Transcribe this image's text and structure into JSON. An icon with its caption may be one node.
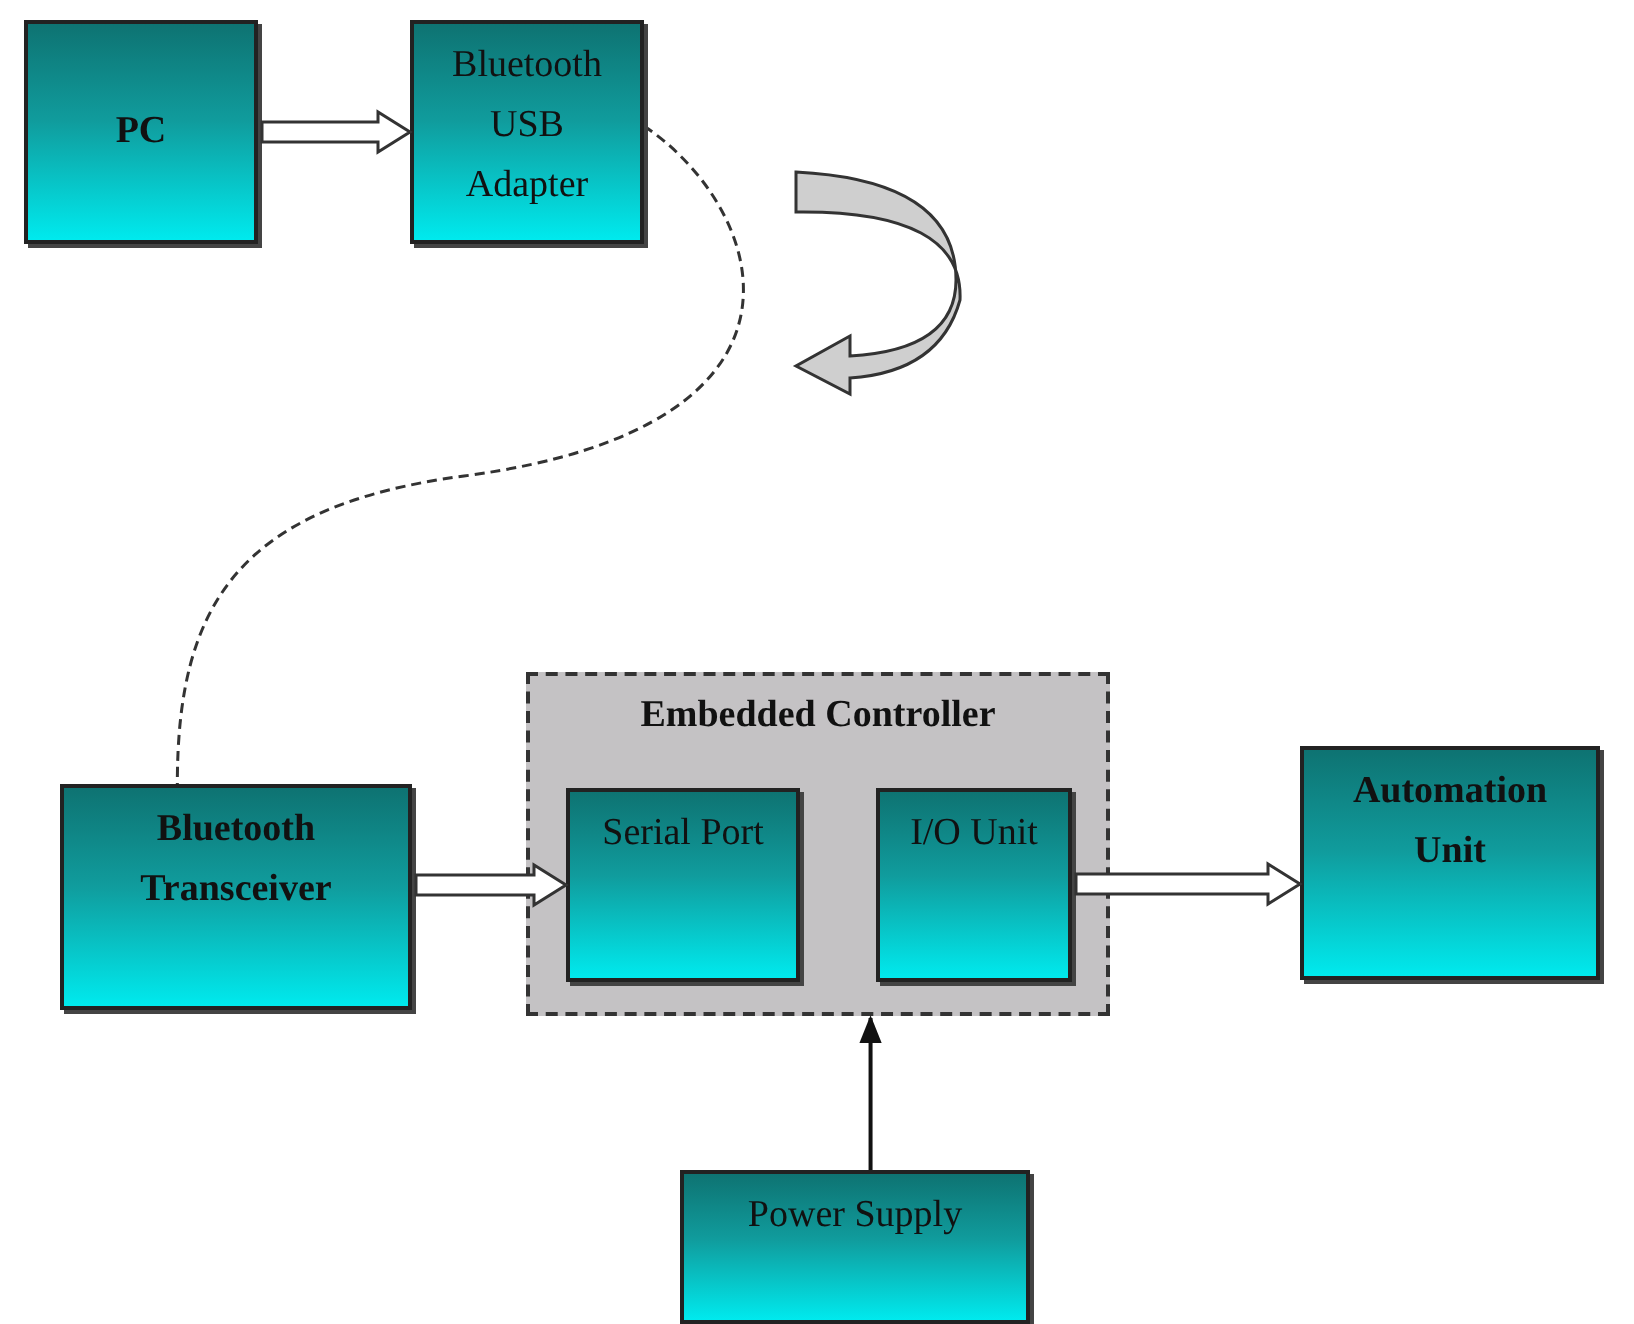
{
  "diagram": {
    "nodes": [
      {
        "text": [
          "PC"
        ]
      },
      {
        "text": [
          "Bluetooth USB Adapter"
        ]
      },
      {
        "text": [
          "Bluetooth Transceiver"
        ]
      },
      {
        "text": [
          "Embedded Controller"
        ]
      },
      {
        "text": [
          "Serial Port"
        ],
        "in": 3
      },
      {
        "text": [
          "I/O Unit"
        ],
        "in": 3
      },
      {
        "text": [
          "Automation Unit"
        ]
      },
      {
        "text": [
          "Power Supply"
        ]
      }
    ],
    "edges": [
      {
        "from": 0,
        "to": 1,
        "arrow": "to"
      },
      {
        "from": 1,
        "to": 2,
        "arrow": "none",
        "style": "dashed"
      },
      {
        "from": 2,
        "to": 4,
        "arrow": "to"
      },
      {
        "from": 5,
        "to": 6,
        "arrow": "to"
      },
      {
        "from": 7,
        "to": 3,
        "arrow": "to"
      }
    ]
  }
}
